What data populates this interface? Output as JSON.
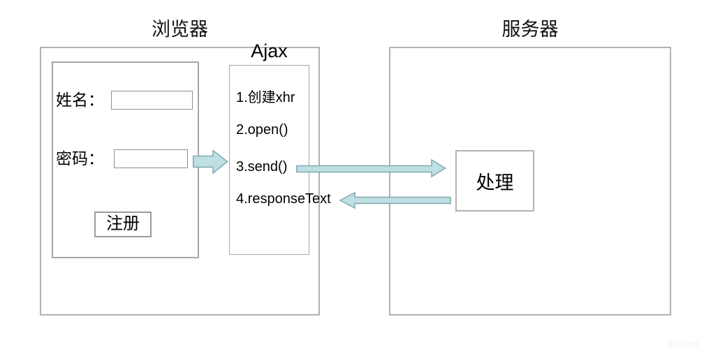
{
  "browser": {
    "title": "浏览器"
  },
  "form": {
    "name_label": "姓名：",
    "name_value": "",
    "password_label": "密码：",
    "password_value": "",
    "register_label": "注册"
  },
  "ajax": {
    "title": "Ajax",
    "steps": [
      "1.创建xhr",
      "2.open()",
      "3.send()",
      "4.responseText"
    ]
  },
  "server": {
    "title": "服务器",
    "process_label": "处理"
  },
  "colors": {
    "arrow_fill": "#bedfe3",
    "arrow_stroke": "#7fa9ae",
    "box_border": "#b1b1b1"
  }
}
